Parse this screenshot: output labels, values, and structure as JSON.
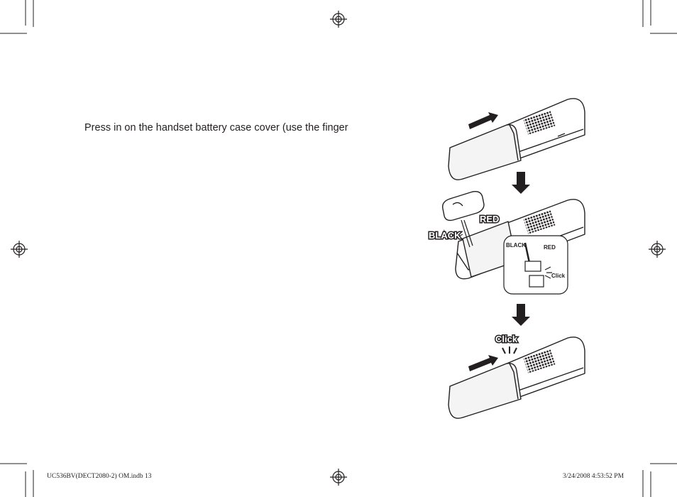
{
  "instruction": {
    "text": "Press in on the handset battery case cover (use the finger"
  },
  "illustration": {
    "label_red": "RED",
    "label_black": "BLACK",
    "inset_label_black": "BLACK",
    "inset_label_red": "RED",
    "inset_label_click": "Click",
    "label_click": "Click"
  },
  "footer": {
    "left": "UC536BV(DECT2080-2) OM.indb   13",
    "right": "3/24/2008   4:53:52 PM"
  }
}
